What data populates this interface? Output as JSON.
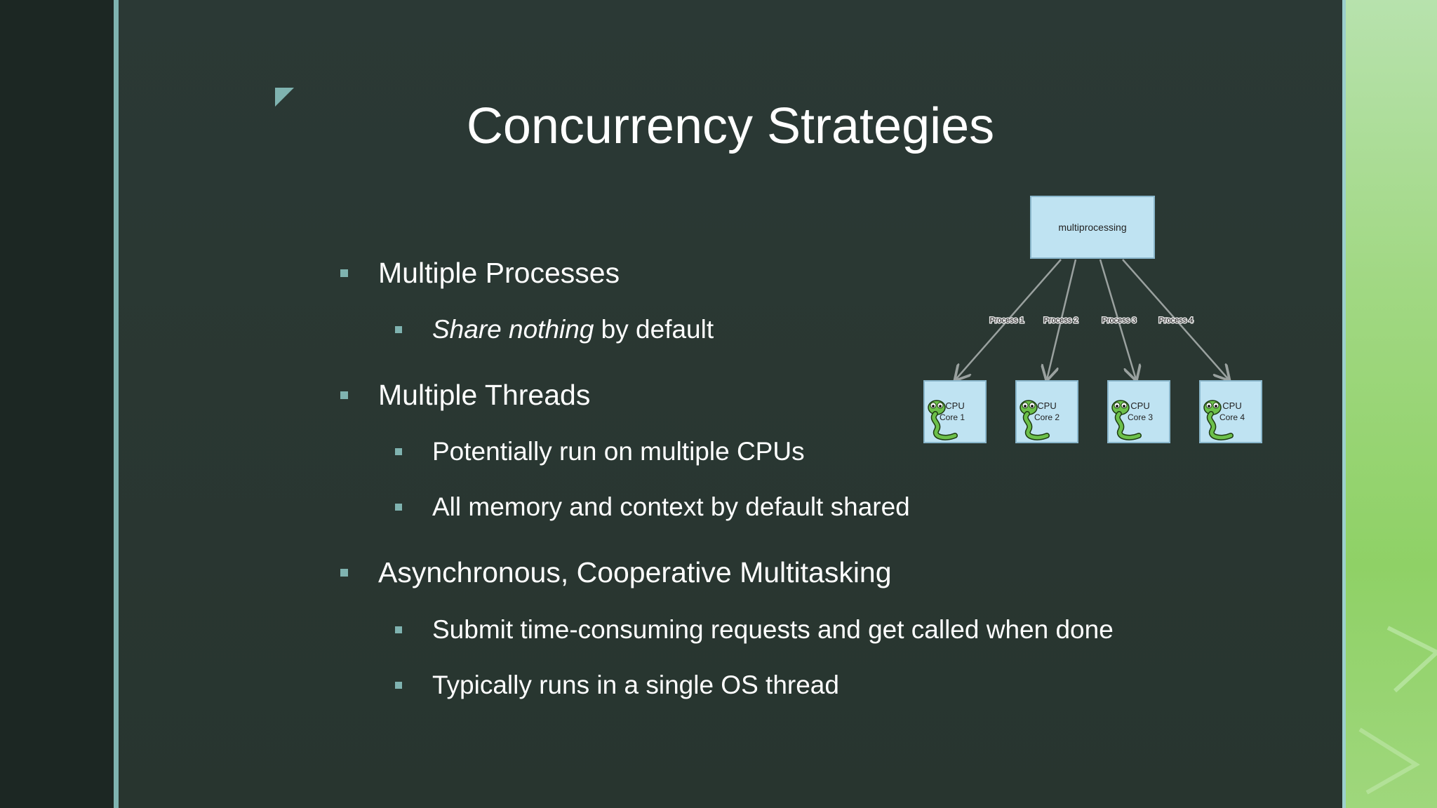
{
  "slide": {
    "title": "Concurrency Strategies",
    "bullets": [
      {
        "level": 1,
        "text": "Multiple Processes"
      },
      {
        "level": 2,
        "em": "Share nothing",
        "text": " by default"
      },
      {
        "level": 1,
        "text": "Multiple Threads"
      },
      {
        "level": 2,
        "text": "Potentially run on multiple CPUs"
      },
      {
        "level": 2,
        "text": "All memory and context by default shared"
      },
      {
        "level": 1,
        "text": "Asynchronous, Cooperative Multitasking"
      },
      {
        "level": 2,
        "text": "Submit time-consuming requests and get called when done"
      },
      {
        "level": 2,
        "text": "Typically runs in a single OS thread"
      }
    ]
  },
  "diagram": {
    "root_label": "multiprocessing",
    "edge_labels": [
      "Process 1",
      "Process 2",
      "Process 3",
      "Process 4"
    ],
    "cores": [
      {
        "line1": "CPU",
        "line2": "Core 1"
      },
      {
        "line1": "CPU",
        "line2": "Core 2"
      },
      {
        "line1": "CPU",
        "line2": "Core 3"
      },
      {
        "line1": "CPU",
        "line2": "Core 4"
      }
    ]
  },
  "colors": {
    "accent": "#7fb3b0",
    "box_fill": "#bfe3f2",
    "right_band": "#9fd77c"
  }
}
